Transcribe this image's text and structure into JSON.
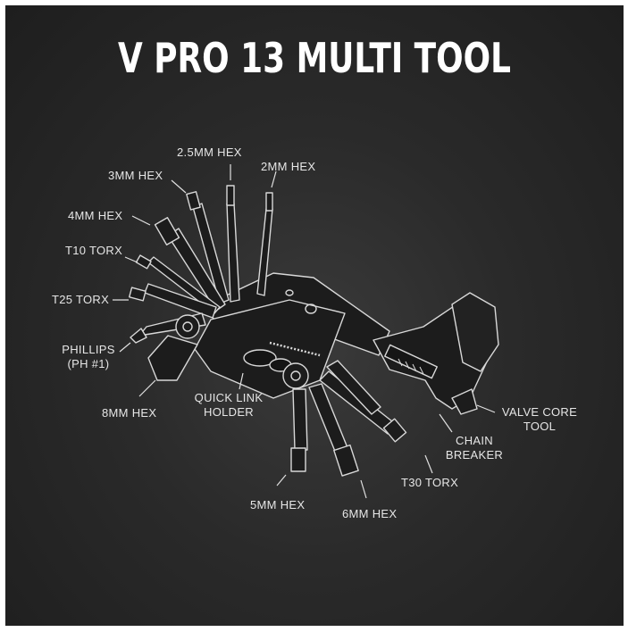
{
  "title": "V PRO 13 MULTI TOOL",
  "colors": {
    "background": "#252525",
    "line": "#d8d8d8",
    "tool": "#1c1c1c",
    "text": "#e6e6e6"
  },
  "labels": {
    "hex_2_5mm": "2.5MM HEX",
    "hex_3mm": "3MM HEX",
    "hex_2mm": "2MM HEX",
    "hex_4mm": "4MM HEX",
    "torx_t10": "T10 TORX",
    "torx_t25": "T25 TORX",
    "phillips_line1": "PHILLIPS",
    "phillips_line2": "(PH #1)",
    "hex_8mm": "8MM HEX",
    "quick_link_line1": "QUICK LINK",
    "quick_link_line2": "HOLDER",
    "valve_core_line1": "VALVE CORE",
    "valve_core_line2": "TOOL",
    "chain_line1": "CHAIN",
    "chain_line2": "BREAKER",
    "torx_t30": "T30 TORX",
    "hex_5mm": "5MM HEX",
    "hex_6mm": "6MM HEX"
  }
}
